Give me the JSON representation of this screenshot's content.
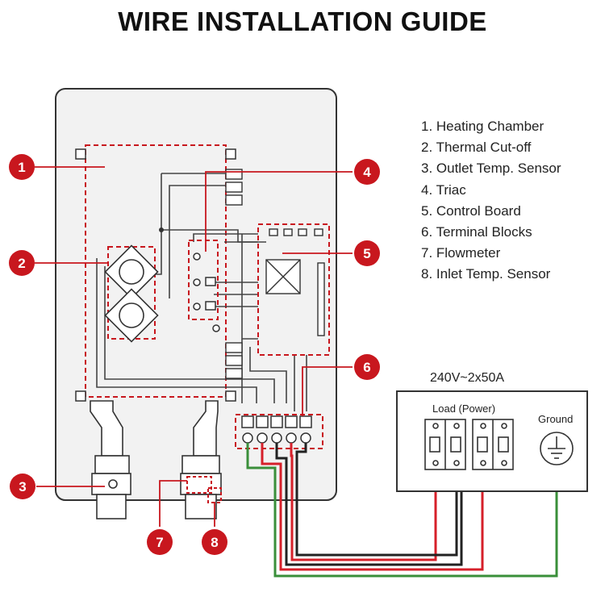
{
  "title": "WIRE INSTALLATION GUIDE",
  "legend": [
    "1. Heating Chamber",
    "2. Thermal Cut-off",
    "3. Outlet Temp. Sensor",
    "4. Triac",
    "5. Control Board",
    "6. Terminal Blocks",
    "7. Flowmeter",
    "8. Inlet Temp. Sensor"
  ],
  "markers": [
    "1",
    "2",
    "3",
    "4",
    "5",
    "6",
    "7",
    "8"
  ],
  "power": {
    "rating": "240V~2x50A",
    "load_label": "Load (Power)",
    "ground_label": "Ground"
  },
  "colors": {
    "marker": "#c8171e",
    "wire_red": "#d6202a",
    "wire_green": "#3a8f3a",
    "wire_black": "#222222",
    "dashed": "#c8171e"
  }
}
